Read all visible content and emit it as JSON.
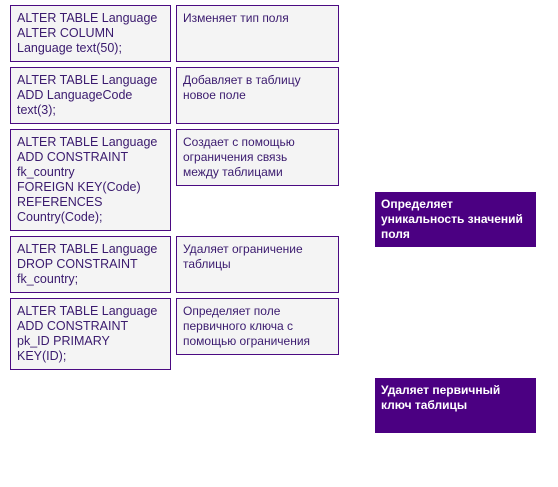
{
  "statements": [
    "ALTER TABLE Language\nALTER COLUMN\nLanguage text(50);",
    "ALTER TABLE Language\nADD LanguageCode\ntext(3);",
    "ALTER TABLE Language\nADD CONSTRAINT\nfk_country\nFOREIGN KEY(Code)\nREFERENCES\nCountry(Code);",
    "ALTER TABLE Language\nDROP CONSTRAINT\nfk_country;",
    "ALTER TABLE Language\nADD CONSTRAINT\npk_ID PRIMARY\nKEY(ID);"
  ],
  "descriptions": [
    "Изменяет тип поля",
    "Добавляет в таблицу\nновое поле",
    "Создает с помощью\nограничения связь\nмежду таблицами",
    "Удаляет ограничение\nтаблицы",
    "Определяет поле\nпервичного ключа с\nпомощью ограничения"
  ],
  "options": [
    "Определяет\nуникальность значений\nполя",
    "Удаляет первичный\nключ таблицы"
  ],
  "colors": {
    "accent": "#4b0082",
    "card_background": "#f4f4f4",
    "card_border": "#4b0a82"
  }
}
